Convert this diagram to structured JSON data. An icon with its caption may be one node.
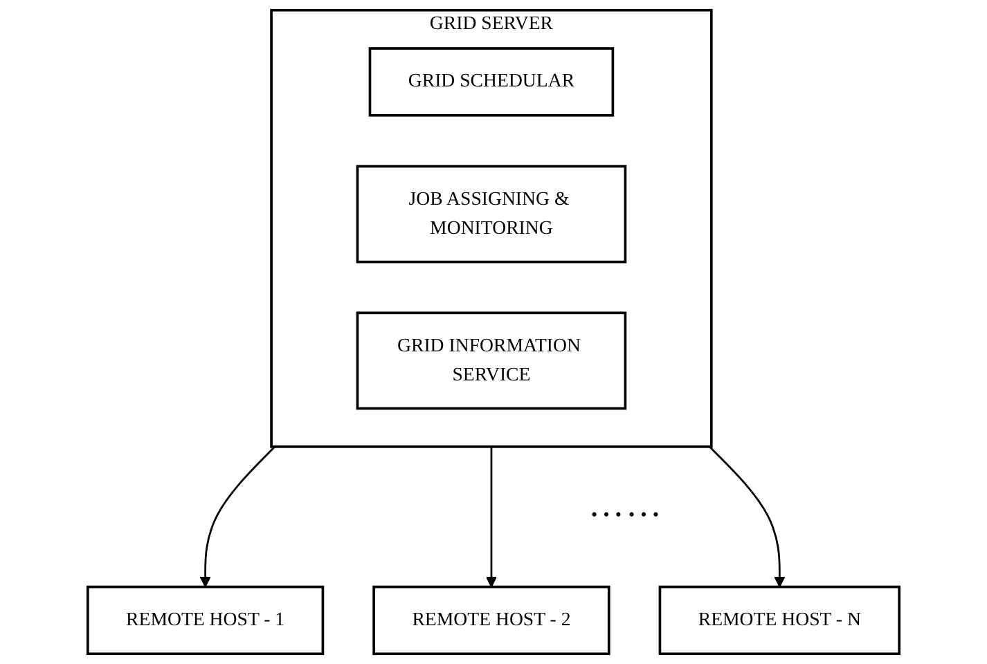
{
  "diagram": {
    "nodes": [
      {
        "text": [
          "GRID SERVER"
        ]
      },
      {
        "text": [
          "GRID SCHEDULAR"
        ],
        "in": 0
      },
      {
        "text": [
          "JOB ASSIGNING & MONITORING"
        ],
        "in": 0
      },
      {
        "text": [
          "GRID INFORMATION SERVICE"
        ],
        "in": 0
      },
      {
        "text": [
          "REMOTE HOST - 1"
        ]
      },
      {
        "text": [
          "REMOTE HOST - 2"
        ]
      },
      {
        "text": [
          "REMOTE HOST - N"
        ]
      }
    ],
    "edges": [
      {
        "from": 0,
        "to": 4,
        "arrow": "to"
      },
      {
        "from": 0,
        "to": 5,
        "arrow": "to"
      },
      {
        "from": 0,
        "to": 6,
        "arrow": "to"
      }
    ],
    "labels": [
      "……"
    ]
  }
}
